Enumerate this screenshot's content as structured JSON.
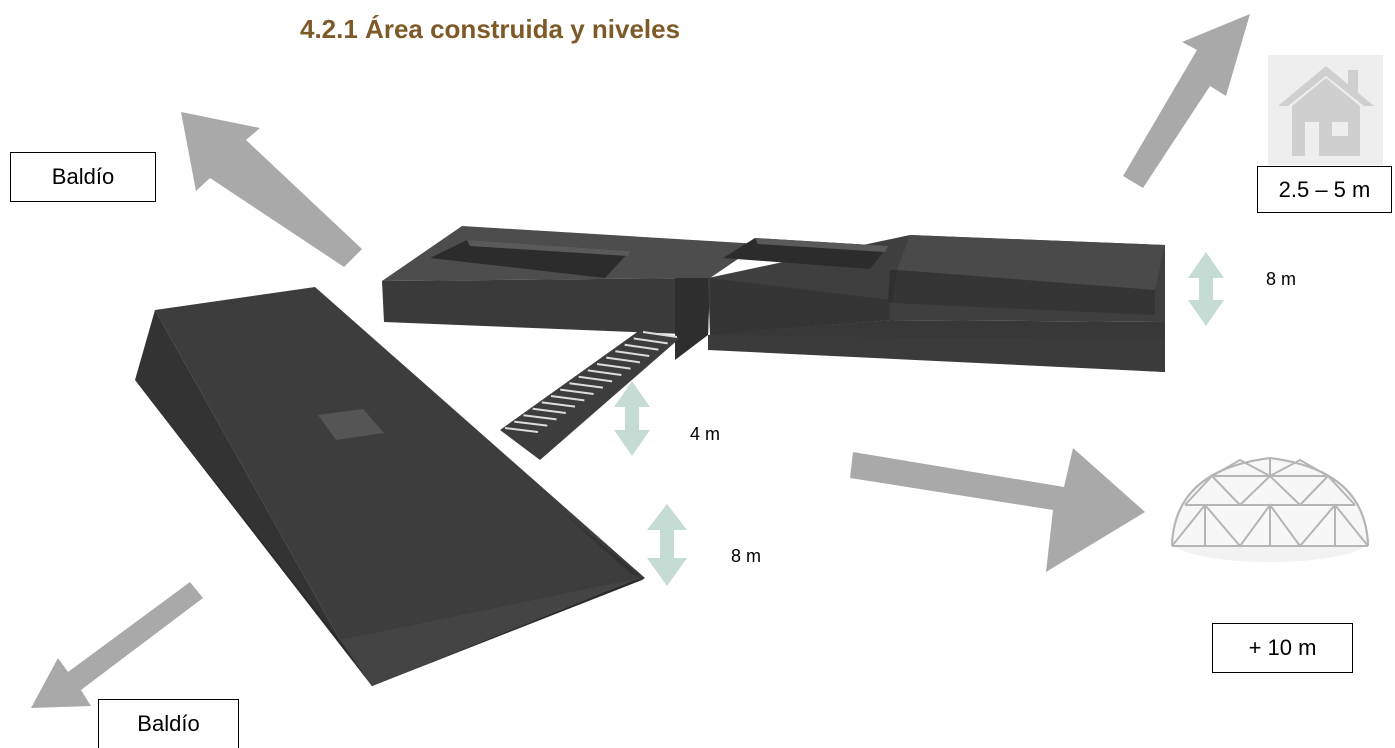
{
  "heading": "4.2.1 Área construida y niveles",
  "boxes": {
    "baldio_top": "Baldío",
    "baldio_bottom": "Baldío",
    "house_height": "2.5 – 5 m",
    "dome_height": "+ 10 m"
  },
  "heights": {
    "right_wing": "8 m",
    "bridge": "4 m",
    "main_block": "8 m"
  },
  "icons": {
    "house": "house-icon",
    "dome": "geodesic-dome-icon"
  },
  "colors": {
    "title": "#7d5a28",
    "building": "#3a3a3a",
    "arrow": "#a9a9a9",
    "height_arrow": "#c4dcd4"
  }
}
